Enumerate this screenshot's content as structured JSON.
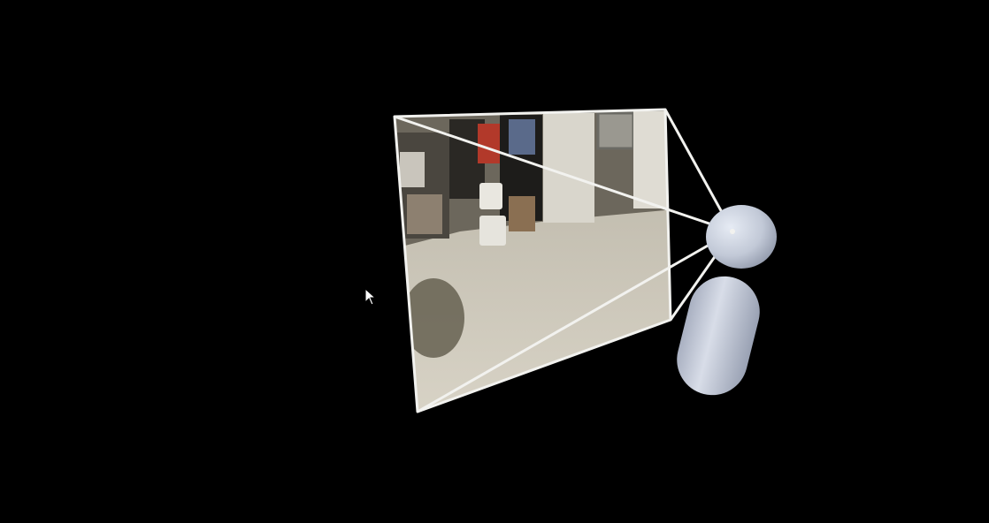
{
  "viewer": {
    "background": "#000000",
    "frustum_color": "#f2f2ef",
    "avatar_color": "#c9cfdc"
  },
  "scene": {
    "camera_frustum": "camera-frustum",
    "frame_content": "basement-floor-camera-frame",
    "avatar": "avatar-head-and-body"
  },
  "cursor": {
    "icon": "arrow-pointer-icon"
  }
}
